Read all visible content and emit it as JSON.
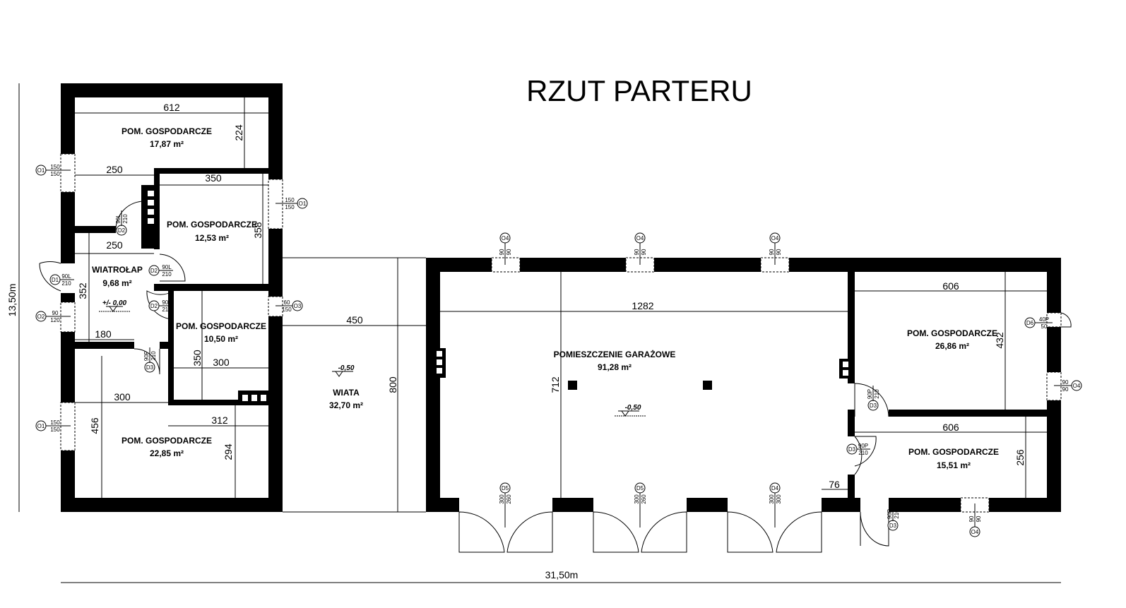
{
  "title": "RZUT PARTERU",
  "overall": {
    "height": "13,50m",
    "width": "31,50m"
  },
  "rooms": [
    {
      "name": "POM. GOSPODARCZE",
      "area": "17,87 m²"
    },
    {
      "name": "POM. GOSPODARCZE",
      "area": "12,53 m²"
    },
    {
      "name": "WIATROŁAP",
      "area": "9,68 m²"
    },
    {
      "name": "POM. GOSPODARCZE",
      "area": "10,50 m²"
    },
    {
      "name": "POM. GOSPODARCZE",
      "area": "22,85 m²"
    },
    {
      "name": "WIATA",
      "area": "32,70 m²"
    },
    {
      "name": "POMIESZCZENIE GARAŻOWE",
      "area": "91,28 m²"
    },
    {
      "name": "POM. GOSPODARCZE",
      "area": "26,86 m²"
    },
    {
      "name": "POM. GOSPODARCZE",
      "area": "15,51 m²"
    }
  ],
  "dims": [
    "612",
    "224",
    "250",
    "350",
    "358",
    "250",
    "352",
    "180",
    "350",
    "300",
    "300",
    "456",
    "312",
    "294",
    "450",
    "800",
    "1282",
    "712",
    "606",
    "432",
    "606",
    "256",
    "76"
  ],
  "levels": [
    "+/- 0,00",
    "-0,50",
    "-0,50"
  ],
  "tags": {
    "O1": {
      "id": "O1",
      "a": "150",
      "b": "150"
    },
    "O2": {
      "id": "O2",
      "a": "90",
      "b": "120"
    },
    "O3": {
      "id": "O3",
      "a": "60",
      "b": "150"
    },
    "O4": {
      "id": "O4",
      "a": "90",
      "b": "90"
    },
    "D1": {
      "id": "D1",
      "a": "90L",
      "b": "210"
    },
    "D2": {
      "id": "D2",
      "a": "90L",
      "b": "210"
    },
    "D3": {
      "id": "D3",
      "a": "90P",
      "b": "210"
    },
    "D4": {
      "id": "D4",
      "a": "300",
      "b": "300"
    },
    "D5": {
      "id": "D5",
      "a": "300",
      "b": "260"
    },
    "D6": {
      "id": "D6",
      "a": "40P",
      "b": "50"
    }
  }
}
